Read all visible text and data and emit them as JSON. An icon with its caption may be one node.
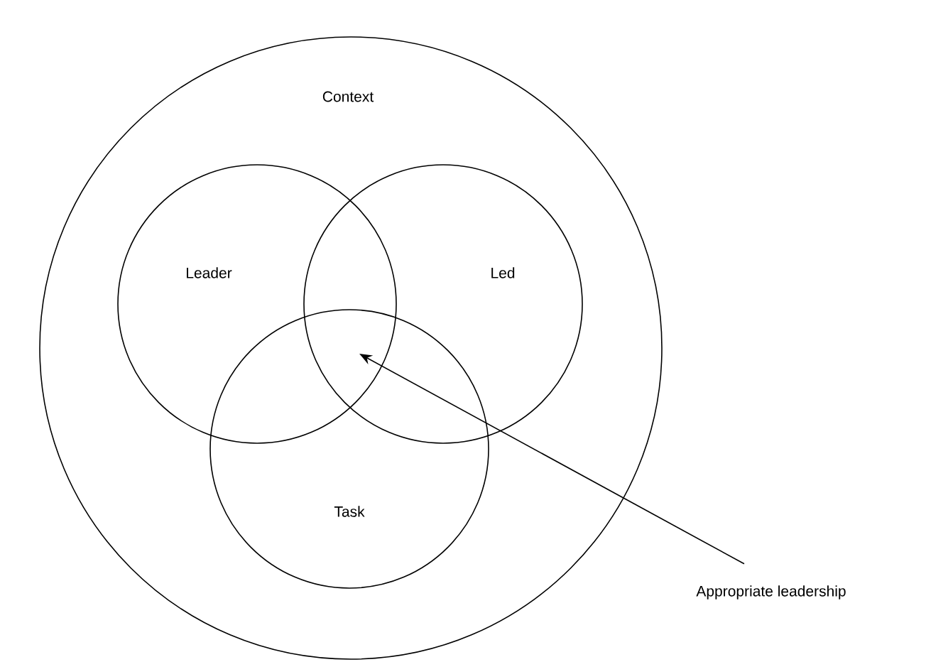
{
  "diagram": {
    "nodes": [
      {
        "text": [
          "Context"
        ]
      },
      {
        "text": [
          "Leader"
        ],
        "in": 0
      },
      {
        "text": [
          "Led"
        ],
        "in": 0
      },
      {
        "text": [
          "Task"
        ],
        "in": 0
      },
      {
        "text": [
          "Appropriate leadership"
        ]
      }
    ],
    "edges": [
      {
        "from": 4,
        "to": 1,
        "arrow": "to"
      }
    ]
  }
}
